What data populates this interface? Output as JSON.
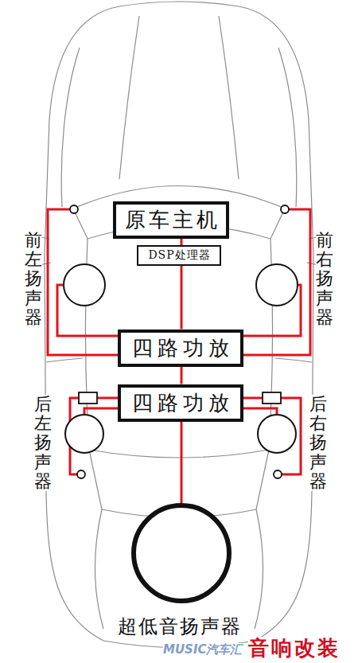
{
  "diagram": {
    "nodes": [
      {
        "text": [
          "原车主机"
        ]
      },
      {
        "text": [
          "DSP处理器"
        ]
      },
      {
        "text": [
          "前左扬声器"
        ]
      },
      {
        "text": [
          "前右扬声器"
        ]
      },
      {
        "text": [
          "四路功放"
        ]
      },
      {
        "text": [
          "四路功放"
        ]
      },
      {
        "text": [
          "后左扬声器"
        ]
      },
      {
        "text": [
          "后右扬声器"
        ]
      },
      {
        "text": [
          "超低音扬声器"
        ]
      }
    ],
    "edges": [
      {
        "from": 0,
        "to": 1,
        "arrow": "none"
      },
      {
        "from": 1,
        "to": 4,
        "arrow": "none"
      },
      {
        "from": 4,
        "to": 5,
        "arrow": "none"
      },
      {
        "from": 5,
        "to": 8,
        "arrow": "none"
      },
      {
        "from": 4,
        "to": 2,
        "arrow": "none"
      },
      {
        "from": 4,
        "to": 3,
        "arrow": "none"
      },
      {
        "from": 5,
        "to": 6,
        "arrow": "none"
      },
      {
        "from": 5,
        "to": 7,
        "arrow": "none"
      }
    ],
    "labels": [
      "MUSIC汽车汇",
      "音响改装"
    ]
  }
}
